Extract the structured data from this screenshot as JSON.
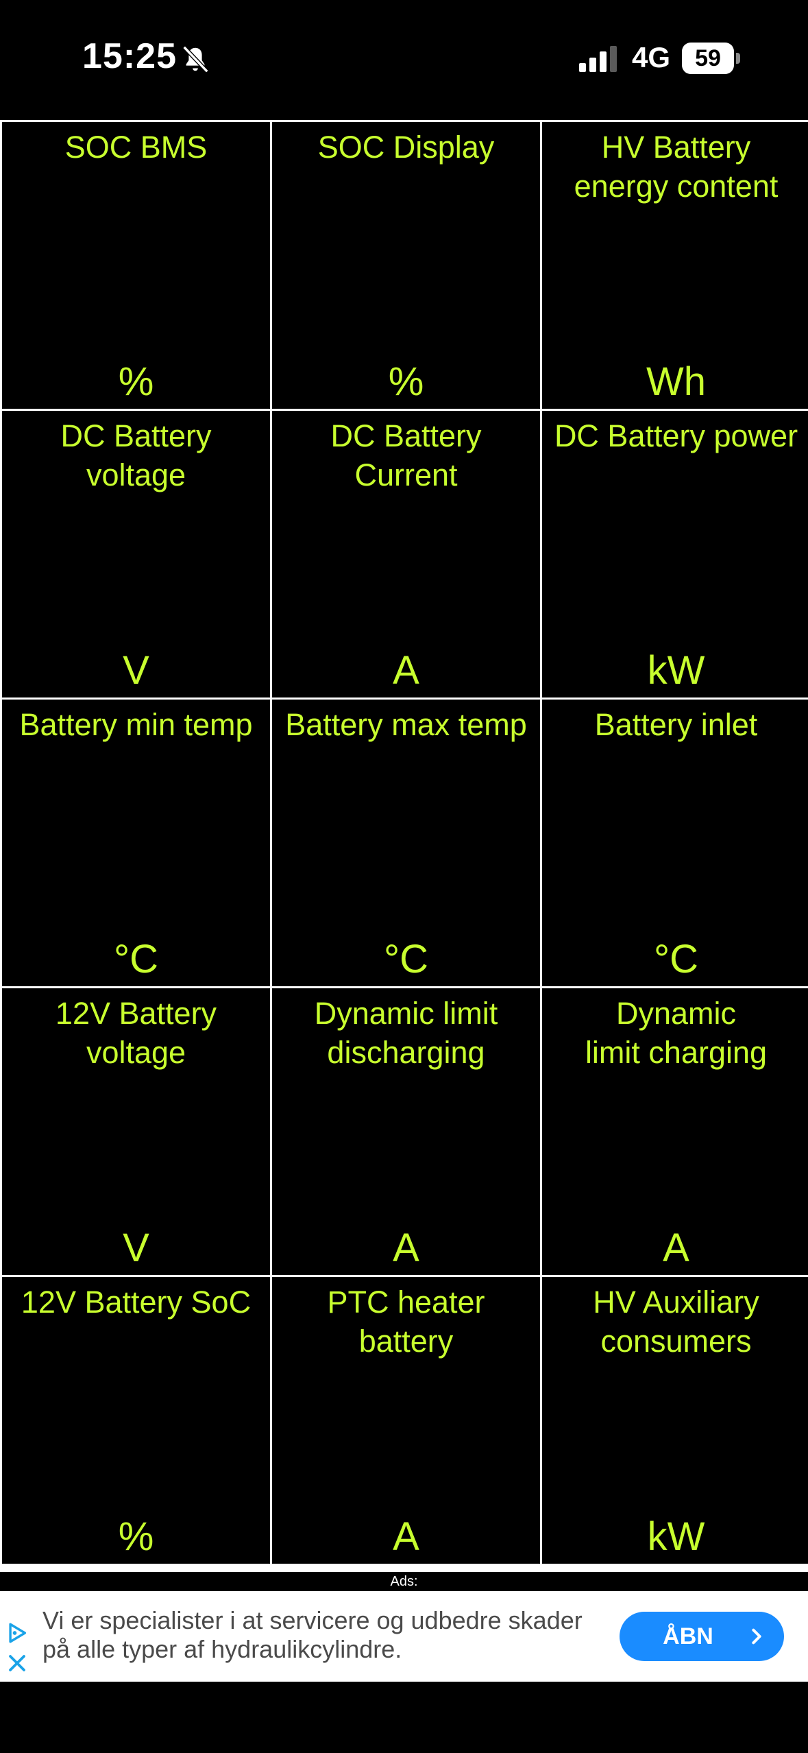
{
  "status_bar": {
    "time": "15:25",
    "network": "4G",
    "battery_level": "59"
  },
  "cells": [
    {
      "title": "SOC BMS",
      "unit": "%"
    },
    {
      "title": "SOC Display",
      "unit": "%"
    },
    {
      "title": "HV Battery\nenergy content",
      "unit": "Wh"
    },
    {
      "title": "DC Battery\nvoltage",
      "unit": "V"
    },
    {
      "title": "DC Battery\nCurrent",
      "unit": "A"
    },
    {
      "title": "DC Battery power",
      "unit": "kW"
    },
    {
      "title": "Battery min temp",
      "unit": "°C"
    },
    {
      "title": "Battery max temp",
      "unit": "°C"
    },
    {
      "title": "Battery inlet",
      "unit": "°C"
    },
    {
      "title": "12V Battery\nvoltage",
      "unit": "V"
    },
    {
      "title": "Dynamic limit\ndischarging",
      "unit": "A"
    },
    {
      "title": "Dynamic\nlimit charging",
      "unit": "A"
    },
    {
      "title": "12V Battery SoC",
      "unit": "%"
    },
    {
      "title": "PTC heater\nbattery",
      "unit": "A"
    },
    {
      "title": "HV Auxiliary\nconsumers",
      "unit": "kW"
    }
  ],
  "ads": {
    "label": "Ads:",
    "text": "Vi er specialister i at servicere og udbedre skader på alle typer af hydraulikcylindre.",
    "button_label": "ÅBN"
  },
  "colors": {
    "accent_text": "#c8ff2e",
    "grid_lines": "#ffffff",
    "ad_button": "#1a8cff"
  }
}
